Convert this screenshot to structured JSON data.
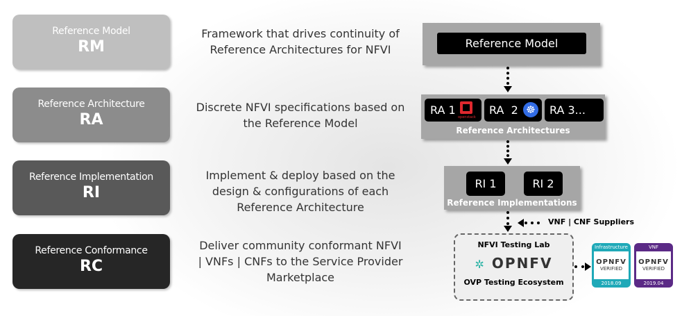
{
  "levels": [
    {
      "title": "Reference Model",
      "abbr": "RM",
      "description": "Framework that drives continuity of Reference Architectures for NFVI"
    },
    {
      "title": "Reference Architecture",
      "abbr": "RA",
      "description": "Discrete NFVI specifications based on the Reference Model"
    },
    {
      "title": "Reference Implementation",
      "abbr": "RI",
      "description": "Implement & deploy based on the design & configurations of each Reference Architecture"
    },
    {
      "title": "Reference Conformance",
      "abbr": "RC",
      "description": "Deliver community conformant NFVI | VNFs | CNFs to the Service Provider Marketplace"
    }
  ],
  "colors": {
    "rm": "#bfbfbf",
    "ra": "#8c8c8c",
    "ri": "#595959",
    "rc": "#262626",
    "infra": "#1fa9b8",
    "vnf": "#5b2a86"
  },
  "diagram": {
    "model": "Reference Model",
    "ra_items": [
      "RA 1",
      "RA  2",
      "RA 3..."
    ],
    "ra_caption": "Reference Architectures",
    "openstack_label": "openstack",
    "ri_items": [
      "RI 1",
      "RI 2"
    ],
    "ri_caption": "Reference Implementations",
    "suppliers": "VNF | CNF Suppliers",
    "lab_title": "NFVI Testing Lab",
    "opnfv_logo": "OPNFV",
    "lab_caption": "OVP Testing Ecosystem",
    "badges": [
      {
        "header": "Infrastructure",
        "logo": "OPNFV",
        "verified": "VERIFIED",
        "date": "2018.09"
      },
      {
        "header": "VNF",
        "logo": "OPNFV",
        "verified": "VERIFIED",
        "date": "2019.04"
      }
    ]
  }
}
